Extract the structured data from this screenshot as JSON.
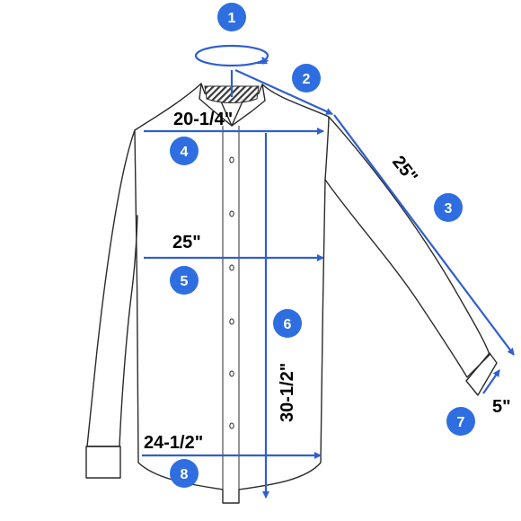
{
  "diagram": {
    "accent_color": "#2f6ee0",
    "line_color": "#2f5fd0",
    "outline_color": "#2b2b2b",
    "badges": [
      "1",
      "2",
      "3",
      "4",
      "5",
      "6",
      "7",
      "8"
    ],
    "measurements": {
      "chest_width": "20-1/4\"",
      "sleeve_length": "25\"",
      "waist_width": "25\"",
      "body_length": "30-1/2\"",
      "cuff_width": "5\"",
      "hem_width": "24-1/2\""
    }
  }
}
